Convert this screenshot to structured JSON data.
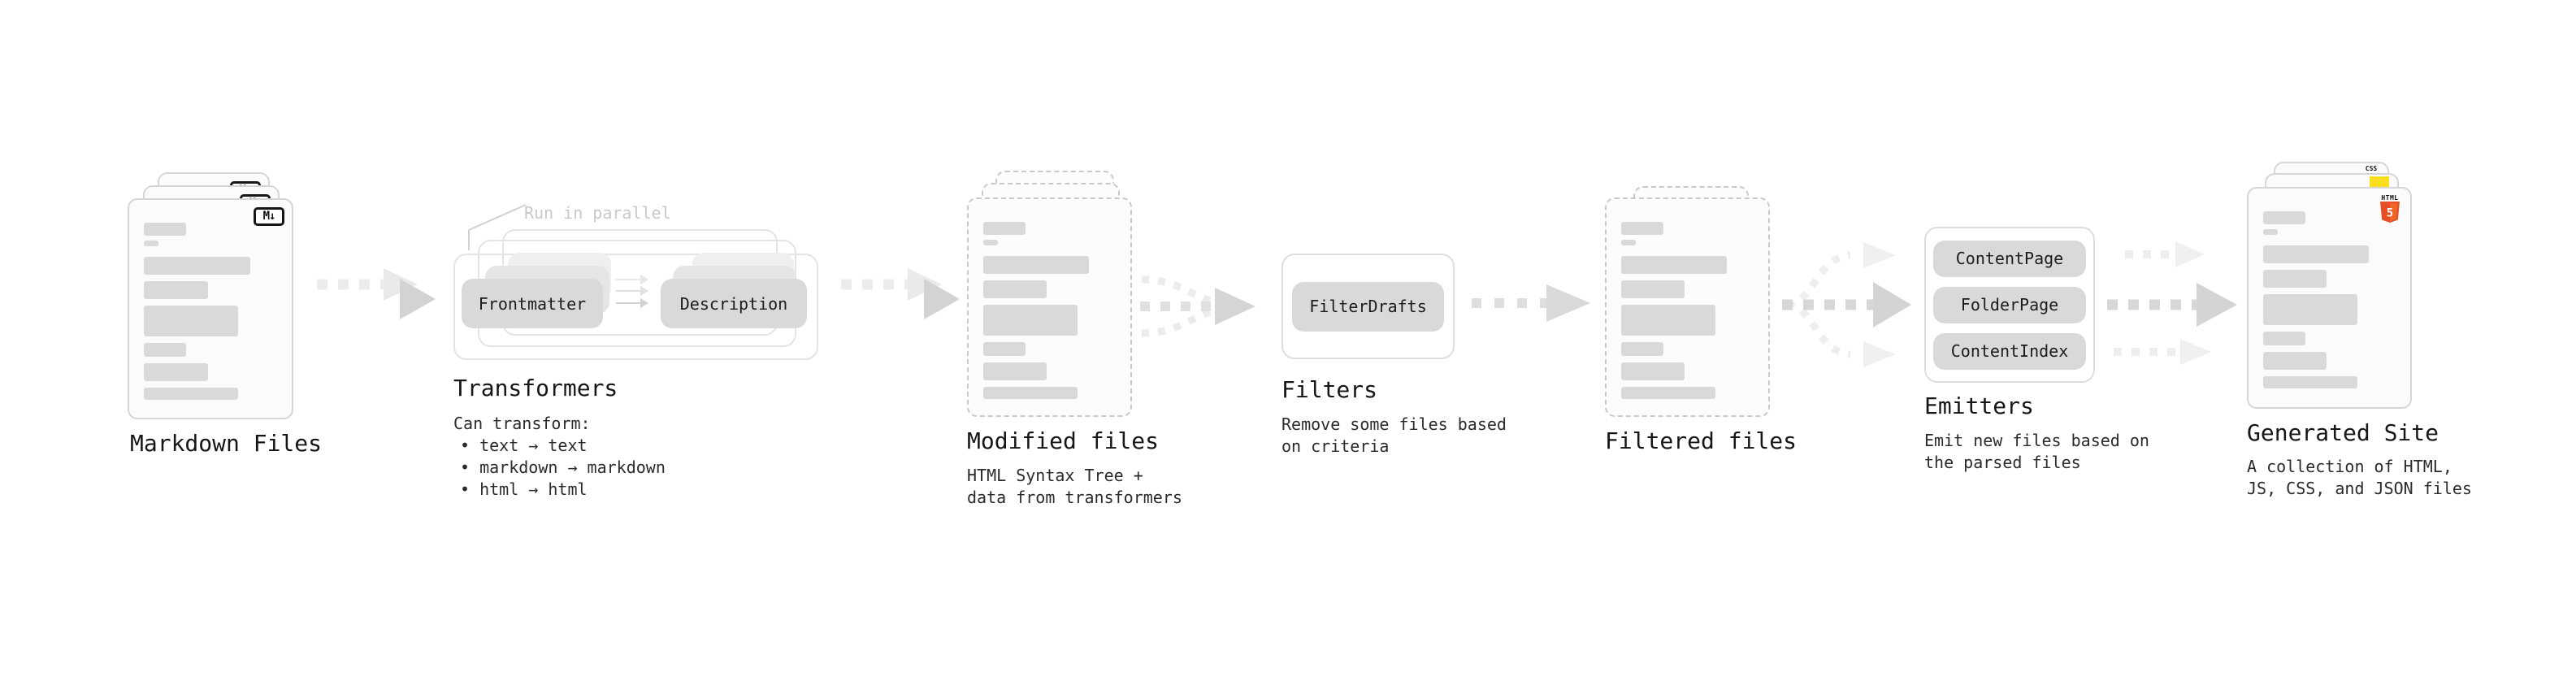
{
  "colors": {
    "html5_orange": "#e44d26",
    "html5_orange_light": "#f16529",
    "js_yellow": "#f7df1e",
    "css_blue": "#2b6bf3",
    "pill_gray": "#d9d9d9",
    "text_dark": "#161616",
    "note_gray": "#c9c9c9"
  },
  "markdown": {
    "title": "Markdown Files",
    "badge": "M↓"
  },
  "transformers": {
    "title": "Transformers",
    "note": "Run in parallel",
    "pill_left": "Frontmatter",
    "pill_right": "Description",
    "intro": "Can transform:",
    "bullets": [
      "• text → text",
      "• markdown → markdown",
      "• html → html"
    ]
  },
  "modified": {
    "title": "Modified files",
    "caption1": "HTML Syntax Tree +",
    "caption2": "data from transformers"
  },
  "filters": {
    "title": "Filters",
    "pill": "FilterDrafts",
    "caption1": "Remove some files based",
    "caption2": "on criteria"
  },
  "filtered": {
    "title": "Filtered files"
  },
  "emitters": {
    "title": "Emitters",
    "pills": [
      "ContentPage",
      "FolderPage",
      "ContentIndex"
    ],
    "caption1": "Emit new files based on",
    "caption2": "the parsed files"
  },
  "generated": {
    "title": "Generated Site",
    "caption1": "A collection of HTML,",
    "caption2": "JS, CSS, and JSON files",
    "badge_css": "CSS",
    "badge_html": "HTML",
    "badge_5": "5"
  }
}
